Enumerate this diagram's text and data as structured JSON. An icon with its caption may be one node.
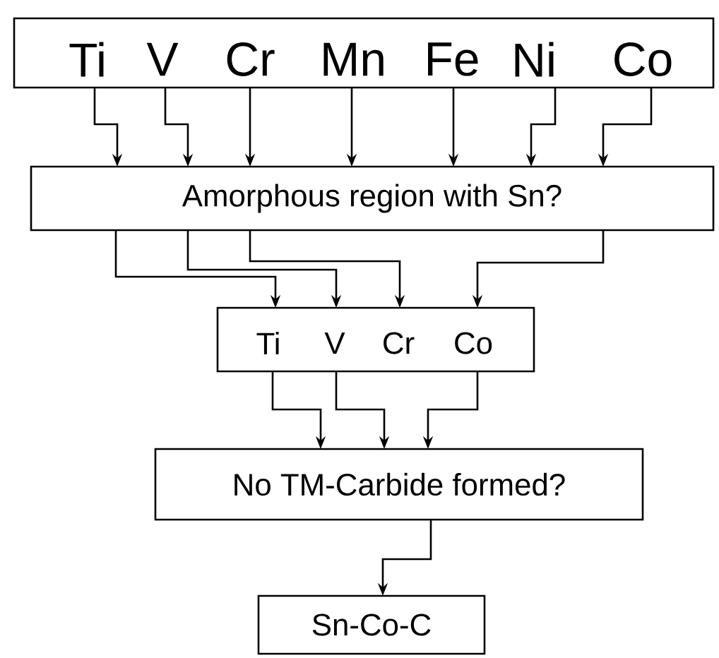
{
  "diagram": {
    "nodes": [
      {
        "text": [],
        "shape": "box"
      },
      {
        "text": [
          "Ti"
        ],
        "in": 0
      },
      {
        "text": [
          "V"
        ],
        "in": 0
      },
      {
        "text": [
          "Cr"
        ],
        "in": 0
      },
      {
        "text": [
          "Mn"
        ],
        "in": 0
      },
      {
        "text": [
          "Fe"
        ],
        "in": 0
      },
      {
        "text": [
          "Ni"
        ],
        "in": 0
      },
      {
        "text": [
          "Co"
        ],
        "in": 0
      },
      {
        "text": [
          "Amorphous region with Sn?"
        ]
      },
      {
        "text": [],
        "shape": "box"
      },
      {
        "text": [
          "Ti"
        ],
        "in": 9
      },
      {
        "text": [
          "V"
        ],
        "in": 9
      },
      {
        "text": [
          "Cr"
        ],
        "in": 9
      },
      {
        "text": [
          "Co"
        ],
        "in": 9
      },
      {
        "text": [
          "No TM-Carbide formed?"
        ]
      },
      {
        "text": [
          "Sn-Co-C"
        ]
      }
    ],
    "edges": [
      {
        "from": 1,
        "to": 8,
        "arrow": "to"
      },
      {
        "from": 2,
        "to": 8,
        "arrow": "to"
      },
      {
        "from": 3,
        "to": 8,
        "arrow": "to"
      },
      {
        "from": 4,
        "to": 8,
        "arrow": "to"
      },
      {
        "from": 5,
        "to": 8,
        "arrow": "to"
      },
      {
        "from": 6,
        "to": 8,
        "arrow": "to"
      },
      {
        "from": 7,
        "to": 8,
        "arrow": "to"
      },
      {
        "from": 8,
        "to": 10,
        "arrow": "to"
      },
      {
        "from": 8,
        "to": 11,
        "arrow": "to"
      },
      {
        "from": 8,
        "to": 12,
        "arrow": "to"
      },
      {
        "from": 8,
        "to": 13,
        "arrow": "to"
      },
      {
        "from": 10,
        "to": 14,
        "arrow": "to"
      },
      {
        "from": 11,
        "to": 14,
        "arrow": "to"
      },
      {
        "from": 13,
        "to": 14,
        "arrow": "to"
      },
      {
        "from": 14,
        "to": 15,
        "arrow": "to"
      }
    ]
  }
}
